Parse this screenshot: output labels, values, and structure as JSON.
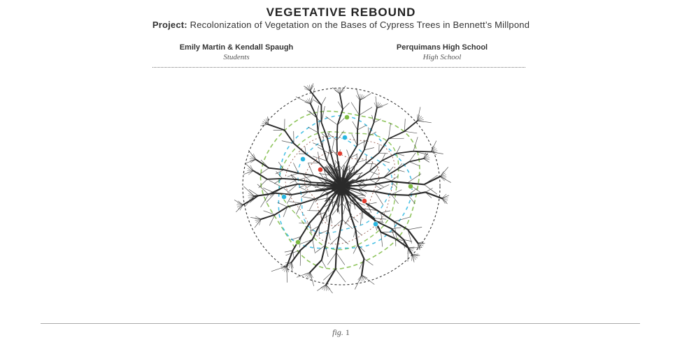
{
  "header": {
    "title": "VEGETATIVE REBOUND",
    "project_label": "Project:",
    "project_text": "Recolonization of Vegetation on the Bases of Cypress Trees in Bennett’s Millpond"
  },
  "credits": {
    "left": {
      "name": "Emily Martin & Kendall Spaugh",
      "role": "Students"
    },
    "right": {
      "name": "Perquimans High School",
      "role": "High School"
    }
  },
  "figure": {
    "caption_prefix": "fig.",
    "caption_number": "1",
    "colors": {
      "branches": "#2a2a2a",
      "boundary": "#333333",
      "green": "#7dbb42",
      "blue": "#29b6e0",
      "red": "#e23b2e",
      "brown": "#7a2f1e"
    }
  }
}
